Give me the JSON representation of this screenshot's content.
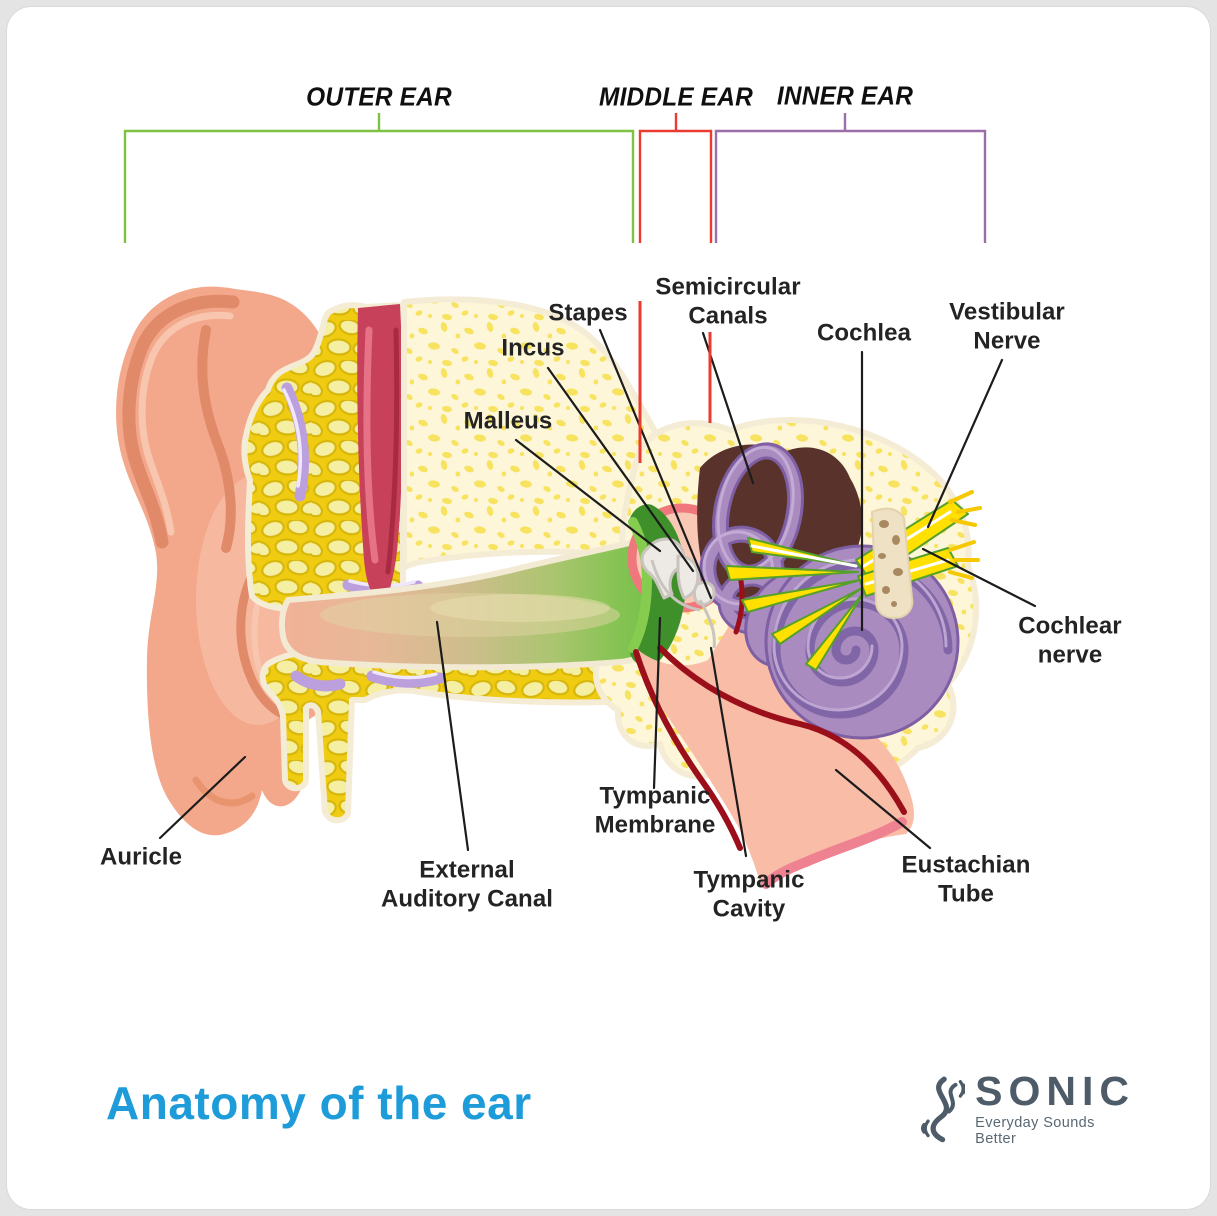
{
  "frame": {
    "background": "#e4e4e4",
    "card": "#ffffff"
  },
  "sections": {
    "outer_ear": {
      "label": "OUTER EAR",
      "color": "#7dc242"
    },
    "middle_ear": {
      "label": "MIDDLE EAR",
      "color": "#ed3a30"
    },
    "inner_ear": {
      "label": "INNER EAR",
      "color": "#9a6fa8"
    }
  },
  "labels": {
    "semicircular_canals": "Semicircular\nCanals",
    "stapes": "Stapes",
    "incus": "Incus",
    "malleus": "Malleus",
    "cochlea": "Cochlea",
    "vestibular_nerve": "Vestibular\nNerve",
    "cochlear_nerve": "Cochlear\nnerve",
    "auricle": "Auricle",
    "external_auditory_canal": "External\nAuditory Canal",
    "tympanic_membrane": "Tympanic\nMembrane",
    "tympanic_cavity": "Tympanic\nCavity",
    "eustachian_tube": "Eustachian\nTube"
  },
  "title": {
    "text": "Anatomy of the ear",
    "color": "#1e9cd9"
  },
  "logo": {
    "name": "SONIC",
    "tagline": "Everyday Sounds Better",
    "color": "#4d5c68"
  },
  "palette": {
    "skin": "#f3a88c",
    "skin_shadow": "#e08a69",
    "skin_light": "#f8c6ae",
    "bone_cells_bg": "#efcb11",
    "bone_cell": "#f4efa3",
    "bone_cell_stroke": "#d8b70c",
    "bone_pale": "#fdf6d8",
    "bone_speckle": "#f7e35f",
    "bone_gap": "#f5ecd6",
    "vessel_crimson": "#c8415b",
    "vessel_purple": "#bca0de",
    "canal_left": "#f2b197",
    "canal_right": "#6cbe45",
    "membrane_green": "#3f8f2b",
    "membrane_light": "#86cc4f",
    "cavity_pink": "#f8bca7",
    "dome_rim": "#f0787c",
    "tube_red": "#9b0f1b",
    "tube_rose": "#ef8291",
    "inner_brown": "#59332b",
    "inner_purple": "#a98bc0",
    "inner_purple_dark": "#7e5fa3",
    "nerve_yellow": "#ffe000",
    "nerve_green": "#55a02b",
    "nerve_band": "#efe2c4",
    "leader_line": "#1c1c1c"
  }
}
